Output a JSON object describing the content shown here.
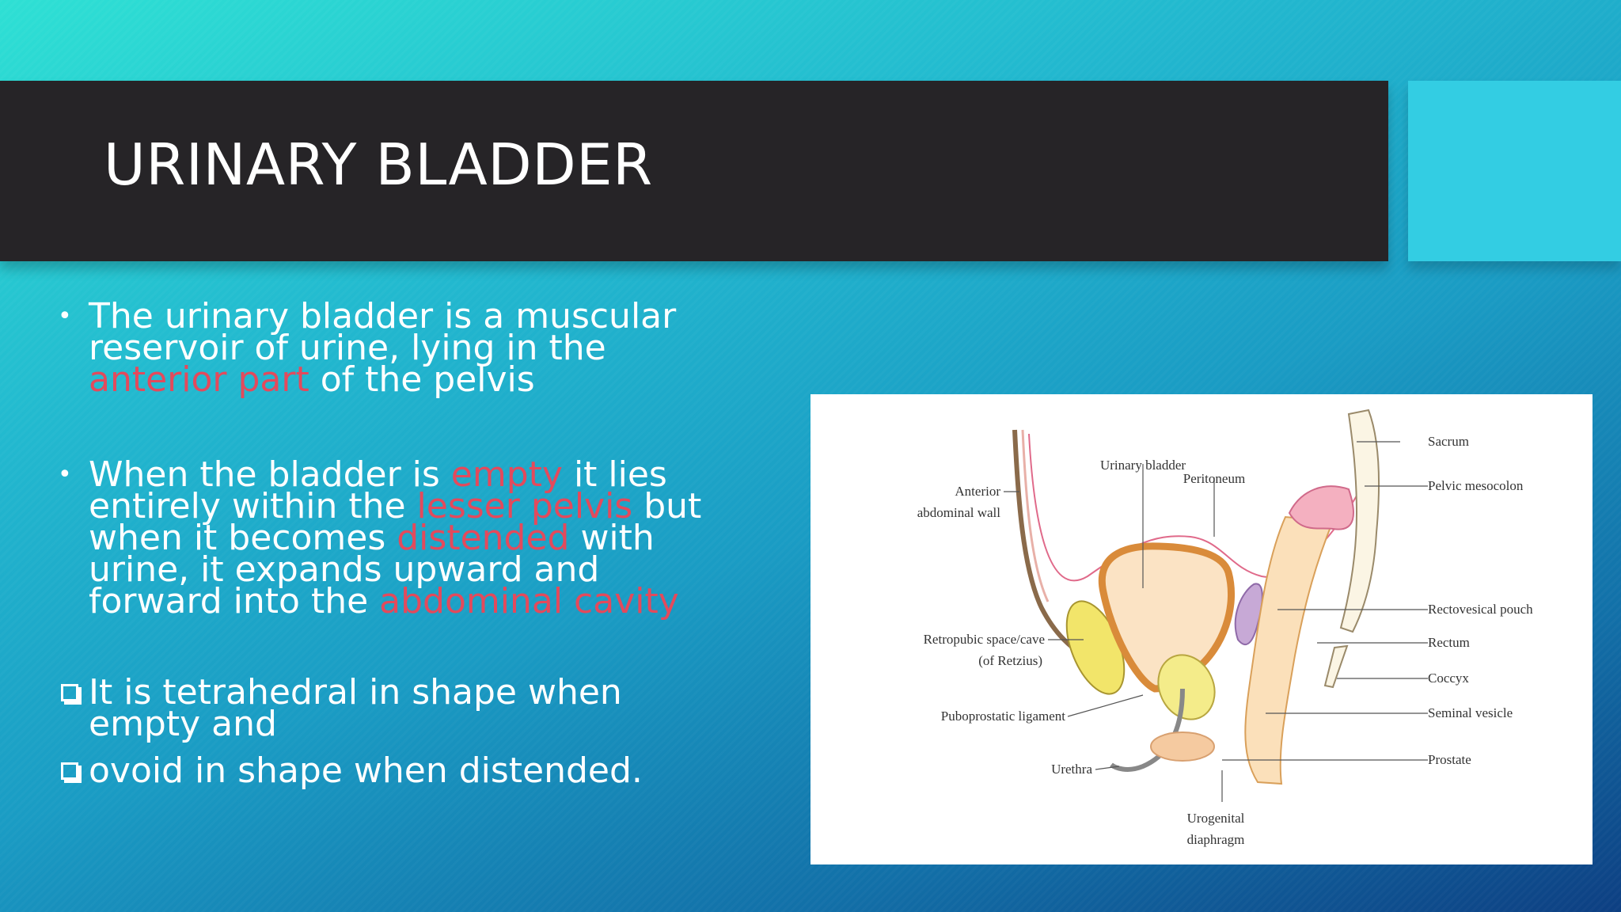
{
  "slide": {
    "title": "URINARY BLADDER",
    "colors": {
      "title_bar": "#262427",
      "accent_box": "#33cde3",
      "highlight": "#e34a5c",
      "text": "#ffffff"
    },
    "bullets": [
      {
        "marker": "•",
        "parts": [
          {
            "text": "The urinary bladder is a muscular reservoir of urine, lying in the "
          },
          {
            "text": "anterior part",
            "highlight": true
          },
          {
            "text": " of the pelvis"
          }
        ]
      },
      {
        "marker": "•",
        "parts": [
          {
            "text": "When the bladder is "
          },
          {
            "text": "empty",
            "highlight": true
          },
          {
            "text": " it lies entirely within the "
          },
          {
            "text": "lesser pelvis",
            "highlight": true
          },
          {
            "text": " but when it becomes "
          },
          {
            "text": "distended",
            "highlight": true
          },
          {
            "text": " with urine, it expands upward and forward into the "
          },
          {
            "text": "abdominal cavity",
            "highlight": true
          }
        ]
      }
    ],
    "square_bullets": [
      "It is tetrahedral in shape when empty and",
      "ovoid in shape when distended."
    ],
    "diagram": {
      "labels": {
        "anterior_1": "Anterior",
        "anterior_2": "abdominal wall",
        "urinary_bladder": "Urinary bladder",
        "peritoneum": "Peritoneum",
        "sacrum": "Sacrum",
        "pelvic_mesocolon": "Pelvic mesocolon",
        "rectovesical_pouch": "Rectovesical pouch",
        "rectum": "Rectum",
        "coccyx": "Coccyx",
        "seminal_vesicle": "Seminal vesicle",
        "prostate": "Prostate",
        "retropubic_1": "Retropubic space/cave",
        "retropubic_2": "(of Retzius)",
        "puboprostatic": "Puboprostatic ligament",
        "urethra": "Urethra",
        "urogenital_1": "Urogenital",
        "urogenital_2": "diaphragm"
      }
    }
  }
}
